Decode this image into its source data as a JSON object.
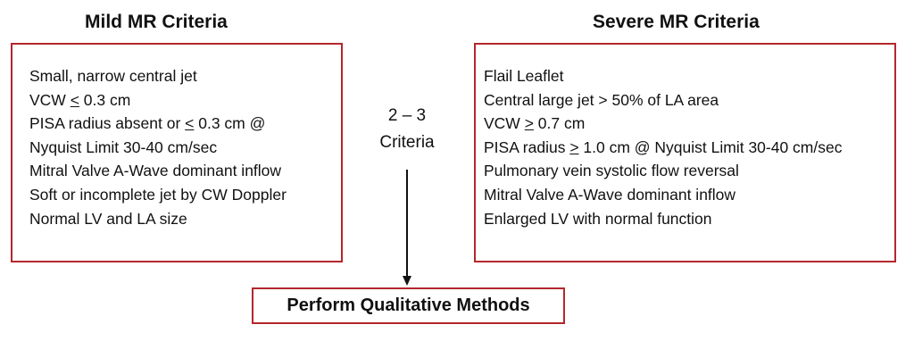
{
  "mild": {
    "title": "Mild MR Criteria",
    "items": [
      {
        "pre": "Small, narrow central jet",
        "u": "",
        "post": ""
      },
      {
        "pre": "VCW ",
        "u": "<",
        "post": " 0.3 cm"
      },
      {
        "pre": "PISA radius absent or ",
        "u": "<",
        "post": " 0.3 cm @"
      },
      {
        "pre": "Nyquist Limit 30-40 cm/sec",
        "u": "",
        "post": ""
      },
      {
        "pre": "Mitral Valve A-Wave dominant inflow",
        "u": "",
        "post": ""
      },
      {
        "pre": "Soft or incomplete jet by CW Doppler",
        "u": "",
        "post": ""
      },
      {
        "pre": "Normal LV and LA size",
        "u": "",
        "post": ""
      }
    ]
  },
  "severe": {
    "title": "Severe MR Criteria",
    "items": [
      {
        "pre": "Flail Leaflet",
        "u": "",
        "post": ""
      },
      {
        "pre": "Central large jet > 50% of LA area",
        "u": "",
        "post": ""
      },
      {
        "pre": "VCW ",
        "u": ">",
        "post": " 0.7 cm"
      },
      {
        "pre": "PISA radius ",
        "u": ">",
        "post": " 1.0 cm @ Nyquist Limit 30-40 cm/sec"
      },
      {
        "pre": "Pulmonary vein systolic flow reversal",
        "u": "",
        "post": ""
      },
      {
        "pre": "Mitral Valve A-Wave dominant inflow",
        "u": "",
        "post": ""
      },
      {
        "pre": "Enlarged LV with normal function",
        "u": "",
        "post": ""
      }
    ]
  },
  "middle": {
    "line1": "2 – 3",
    "line2": "Criteria"
  },
  "result": {
    "label": "Perform Qualitative Methods"
  },
  "colors": {
    "box_border": "#b3272d",
    "arrow": "#111111"
  }
}
